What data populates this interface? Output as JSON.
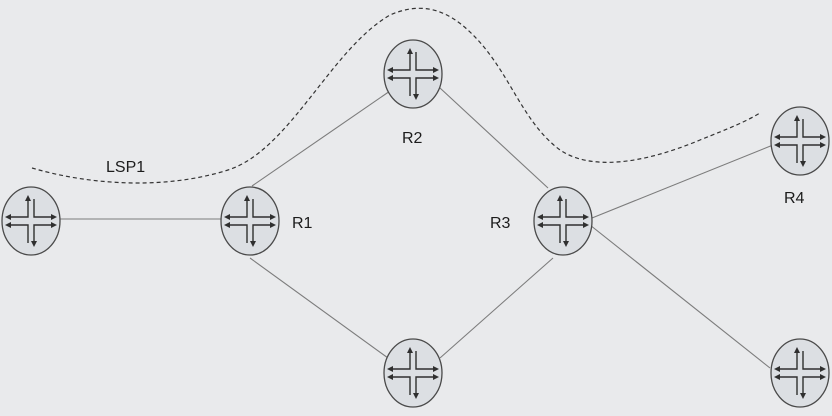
{
  "diagram": {
    "lsp_label": "LSP1",
    "routers": [
      {
        "id": "edge",
        "label": ""
      },
      {
        "id": "r1",
        "label": "R1"
      },
      {
        "id": "r2",
        "label": "R2"
      },
      {
        "id": "r3",
        "label": "R3"
      },
      {
        "id": "r4",
        "label": "R4"
      },
      {
        "id": "bottom-mid",
        "label": ""
      },
      {
        "id": "bottom-right",
        "label": ""
      }
    ]
  }
}
